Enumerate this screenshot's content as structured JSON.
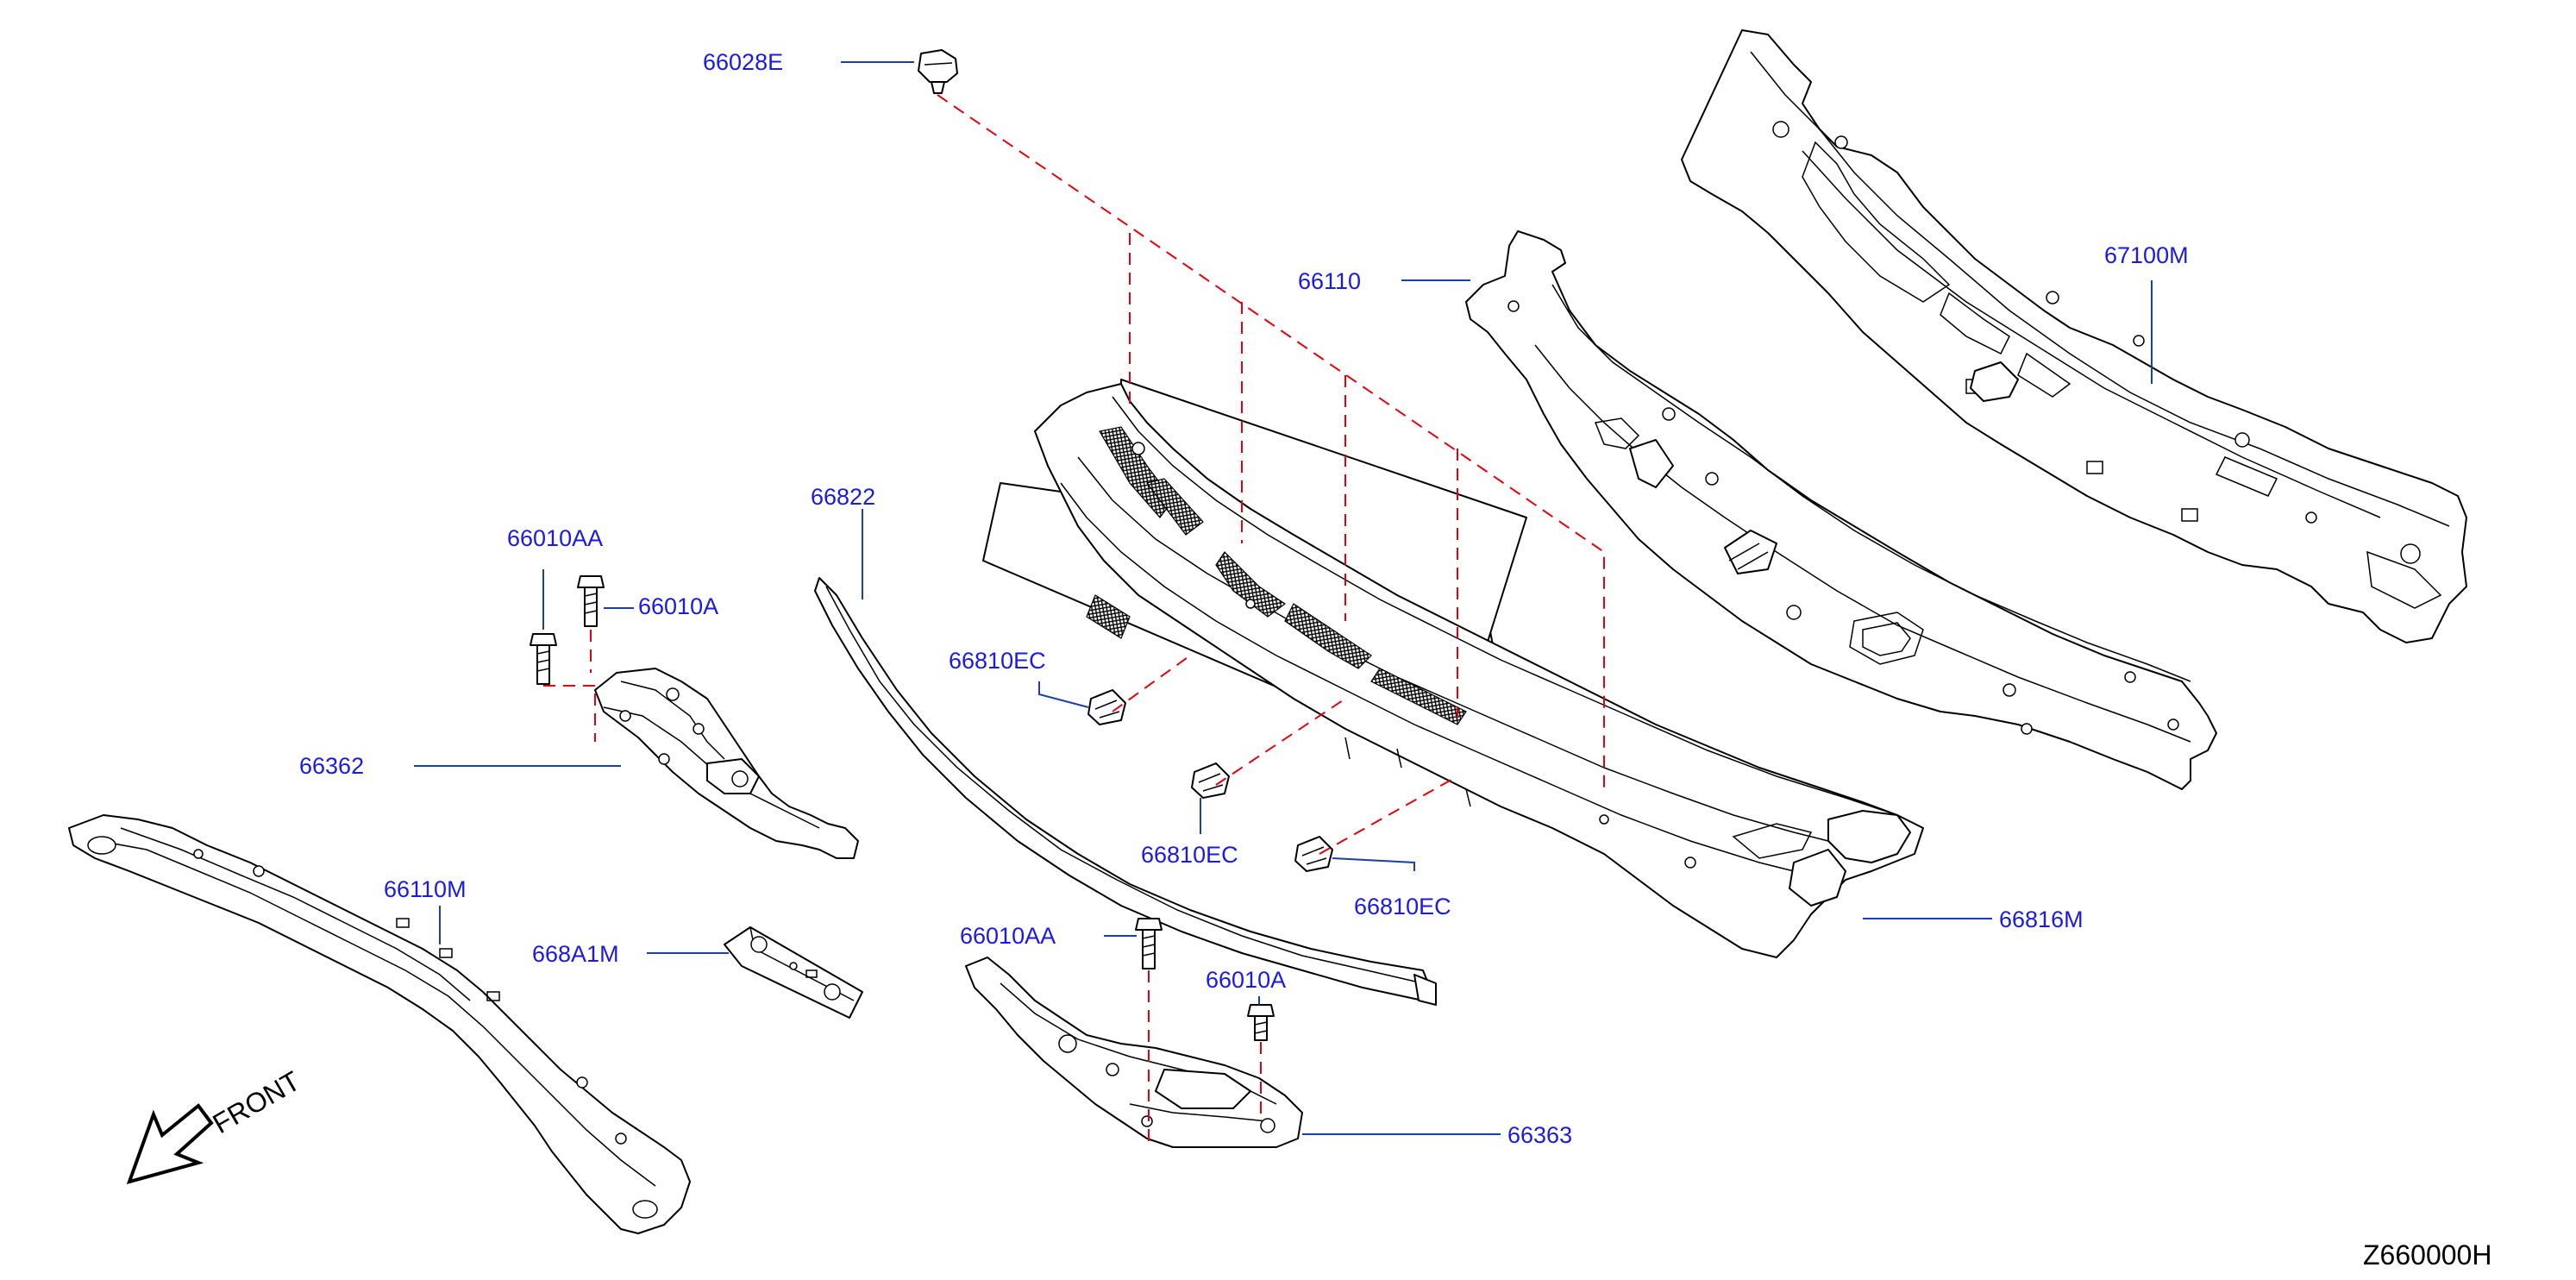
{
  "colors": {
    "label": "#1a1ae6",
    "leader": "#1a3fa6",
    "guide": "#e8000b",
    "line": "#000000",
    "background": "#ffffff"
  },
  "labels": {
    "p66028E": "66028E",
    "p67100M": "67100M",
    "p66110": "66110",
    "p66822": "66822",
    "p66010AA_top": "66010AA",
    "p66010A_top": "66010A",
    "p66810EC_1": "66810EC",
    "p66362": "66362",
    "p66810EC_2": "66810EC",
    "p66810EC_3": "66810EC",
    "p66110M": "66110M",
    "p668A1M": "668A1M",
    "p66816M": "66816M",
    "p66010AA_bottom": "66010AA",
    "p66010A_bottom": "66010A",
    "p66363": "66363"
  },
  "front_label": "FRONT",
  "diagram_id": "Z660000H",
  "icons": {
    "front_arrow": "front-arrow-icon"
  }
}
